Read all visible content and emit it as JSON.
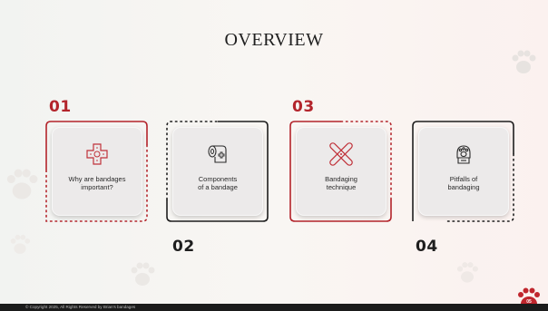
{
  "title": "OVERVIEW",
  "colors": {
    "accent": "#b3242b",
    "dark": "#1e1e1e",
    "card": "#eceaea"
  },
  "items": [
    {
      "number": "01",
      "label_line1": "Why are bandages",
      "label_line2": "important?",
      "icon": "bandage-cross-icon"
    },
    {
      "number": "02",
      "label_line1": "Components",
      "label_line2": "of a bandage",
      "icon": "bandage-roll-icon"
    },
    {
      "number": "03",
      "label_line1": "Bandaging",
      "label_line2": "technique",
      "icon": "crossed-bandages-icon"
    },
    {
      "number": "04",
      "label_line1": "Pitfalls of",
      "label_line2": "bandaging",
      "icon": "paw-alert-icon"
    }
  ],
  "footer": {
    "copyright": "© Copyright 2025, All Rights Reserved by Brian's bandages"
  },
  "page_number": "05"
}
